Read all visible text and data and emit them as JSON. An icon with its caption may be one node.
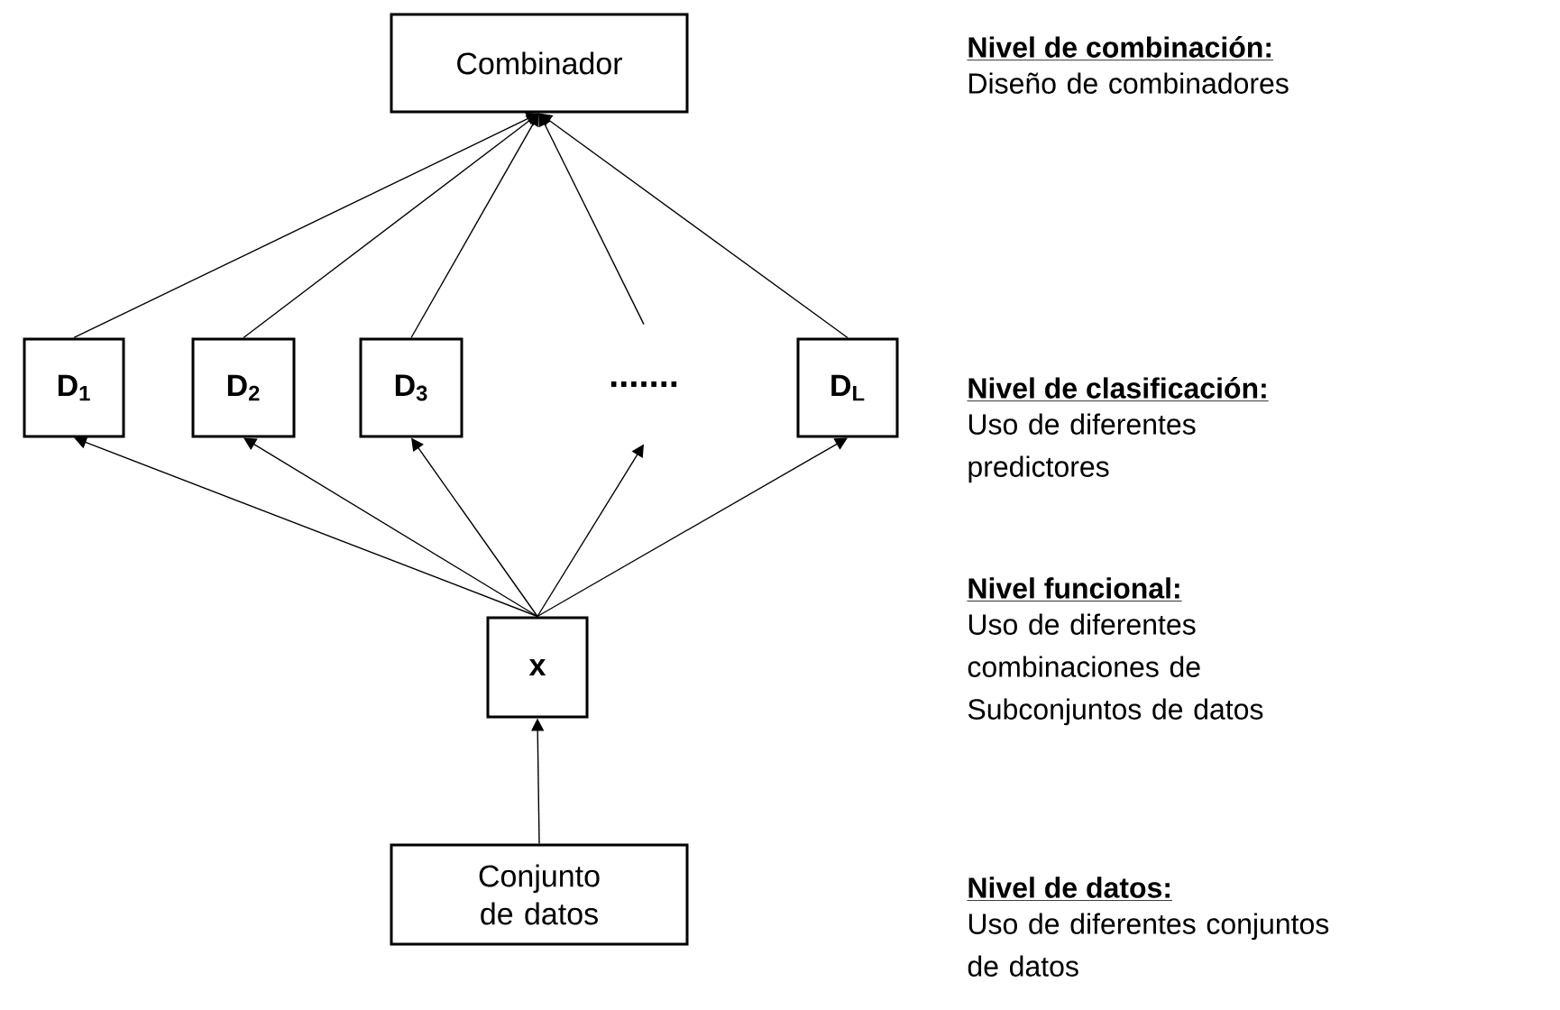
{
  "diagram": {
    "nodes": [
      {
        "text": [
          "Combinador"
        ]
      },
      {
        "text": [
          "D$_{1}$"
        ]
      },
      {
        "text": [
          "D$_{2}$"
        ]
      },
      {
        "text": [
          "D$_{3}$"
        ]
      },
      {
        "text": [
          "......."
        ]
      },
      {
        "text": [
          "D$_{L}$"
        ]
      },
      {
        "text": [
          "x"
        ]
      },
      {
        "text": [
          "Conjunto de datos"
        ]
      }
    ],
    "edges": [
      {
        "from": 1,
        "to": 0,
        "arrow": "to"
      },
      {
        "from": 2,
        "to": 0,
        "arrow": "to"
      },
      {
        "from": 3,
        "to": 0,
        "arrow": "to"
      },
      {
        "from": 4,
        "to": 0,
        "arrow": "to"
      },
      {
        "from": 5,
        "to": 0,
        "arrow": "to"
      },
      {
        "from": 6,
        "to": 1,
        "arrow": "to"
      },
      {
        "from": 6,
        "to": 2,
        "arrow": "to"
      },
      {
        "from": 6,
        "to": 3,
        "arrow": "to"
      },
      {
        "from": 6,
        "to": 4,
        "arrow": "to"
      },
      {
        "from": 6,
        "to": 5,
        "arrow": "to"
      },
      {
        "from": 7,
        "to": 6,
        "arrow": "to"
      }
    ],
    "labels": [
      "Nivel de combinación:",
      "Diseño de combinadores",
      "Nivel de clasificación:",
      "Uso de diferentes predictores",
      "Nivel funcional:",
      "Uso de diferentes combinaciones de Subconjuntos de datos",
      "Nivel de datos:",
      "Uso de diferentes conjuntos de datos"
    ]
  }
}
